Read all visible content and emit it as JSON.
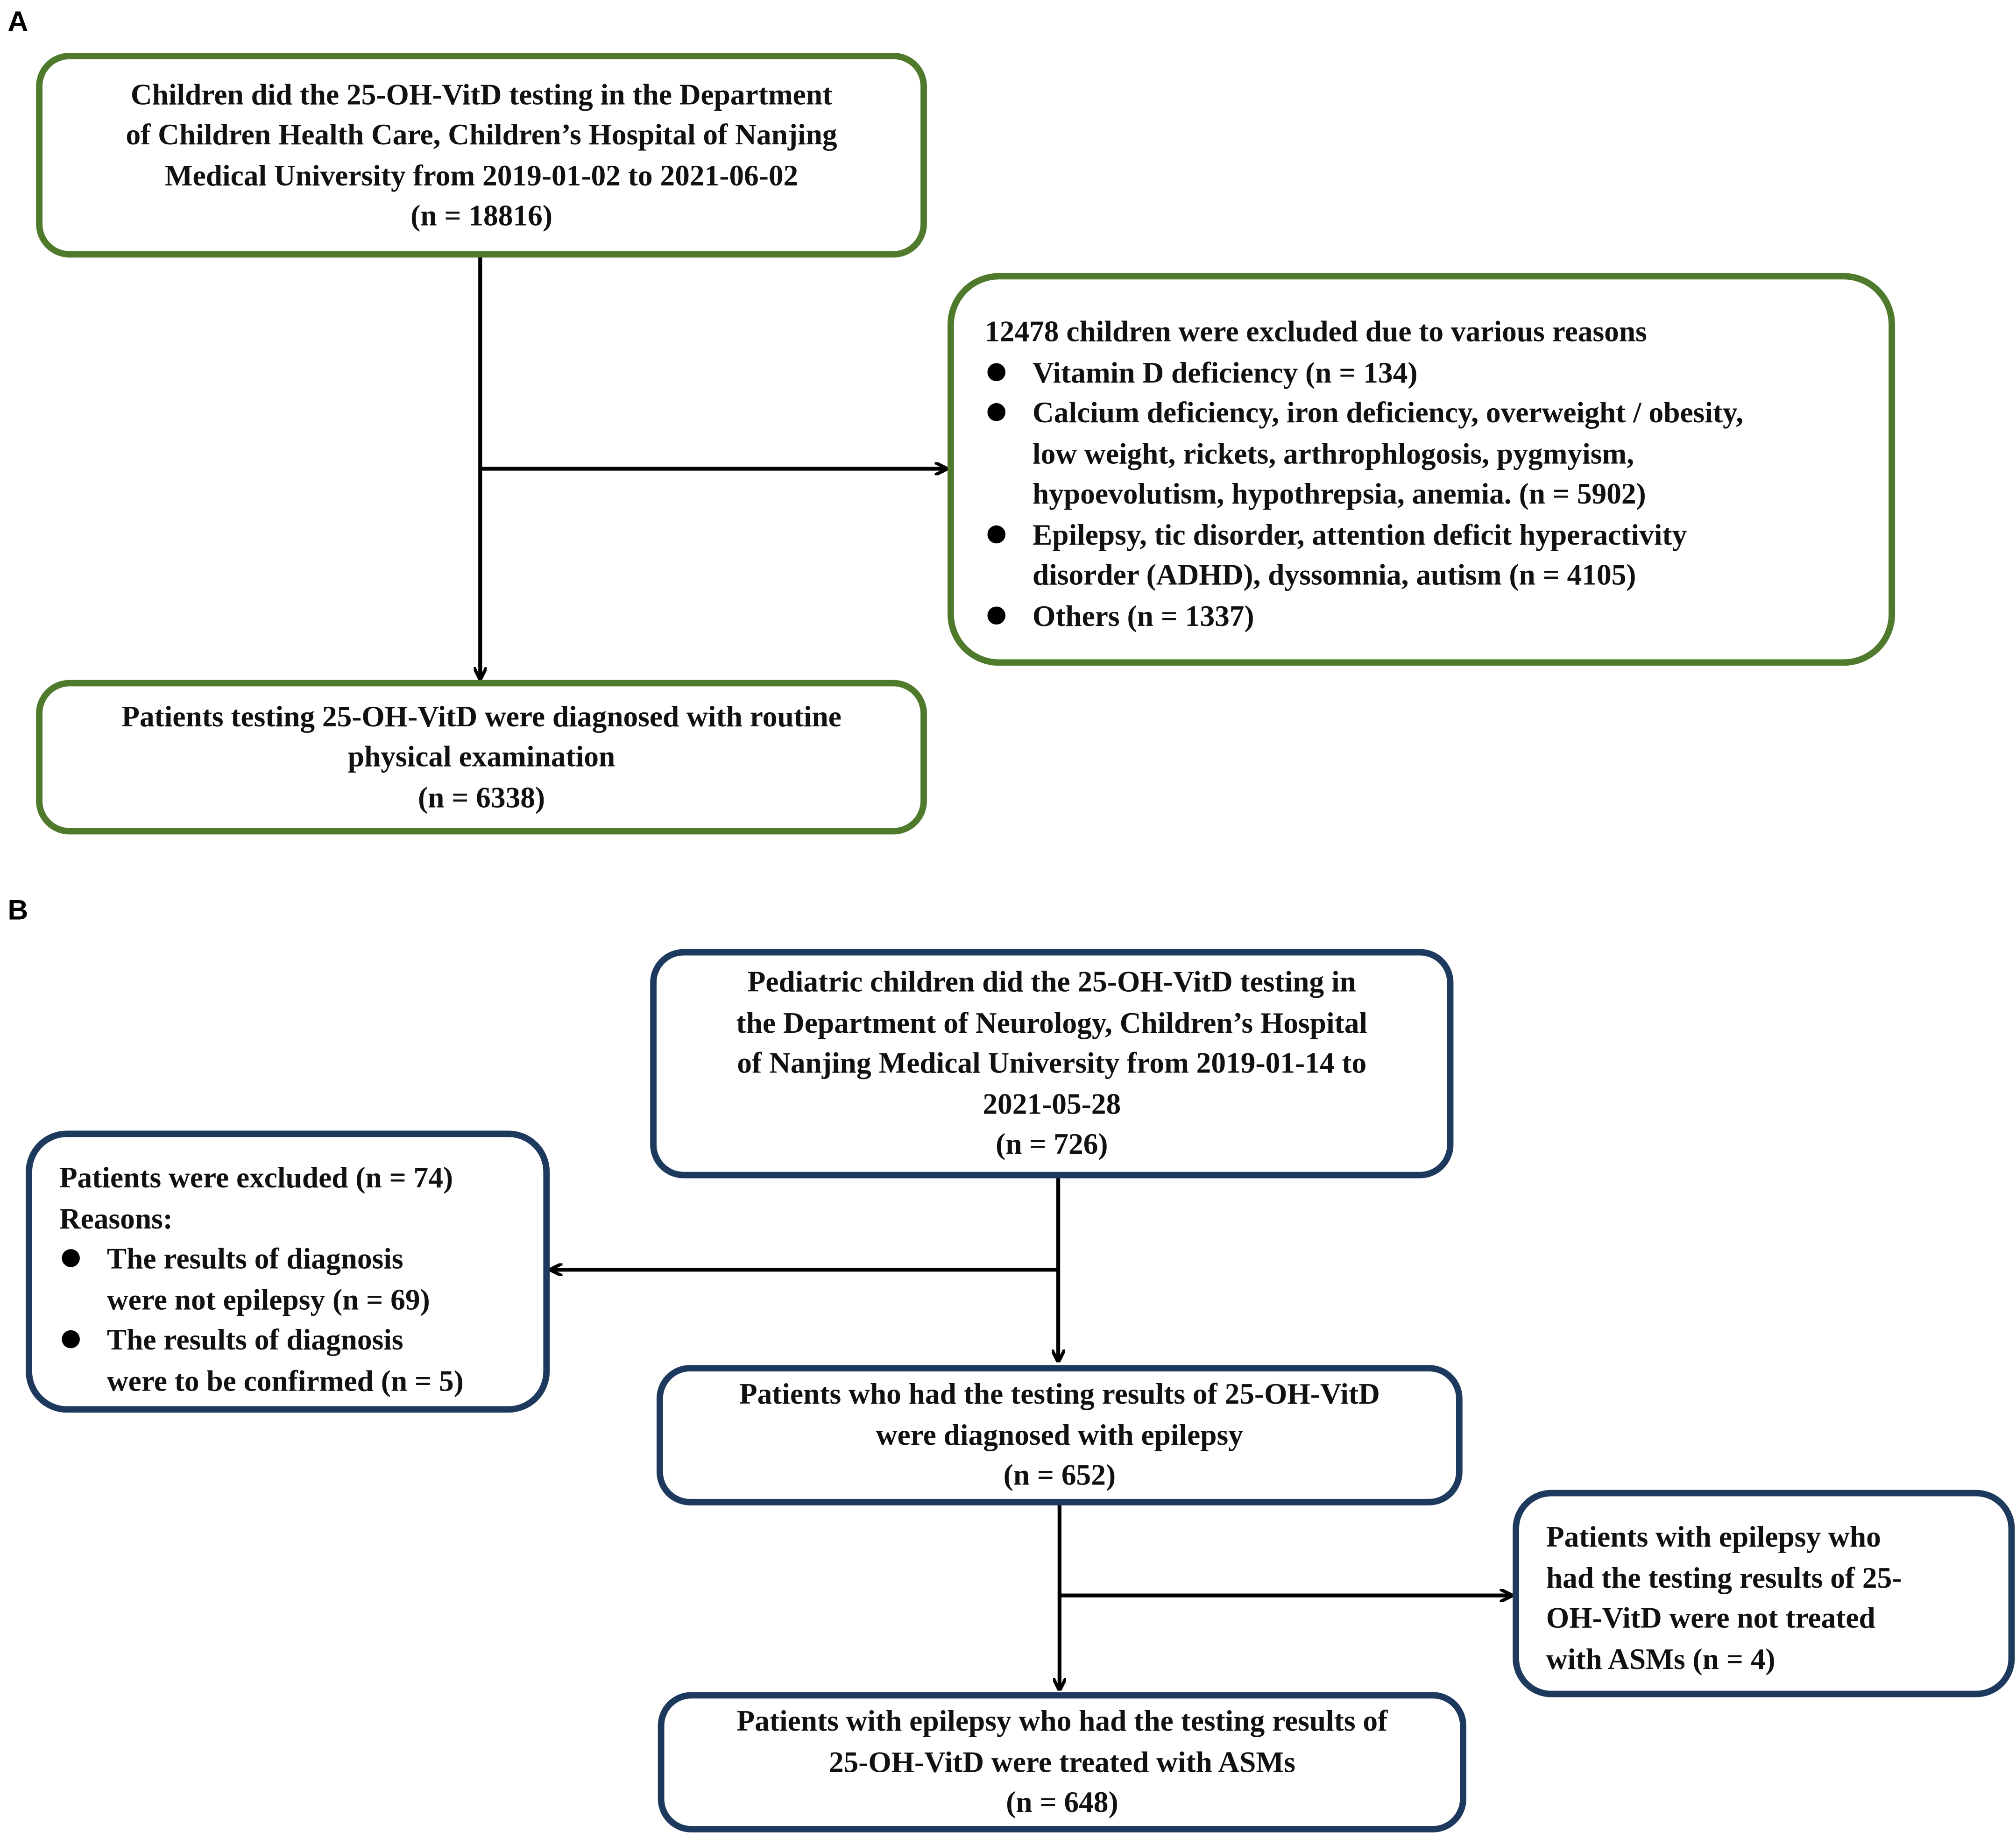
{
  "panel_a": {
    "label": "A",
    "top_box": {
      "lines": [
        "Children did the 25-OH-VitD testing in the Department",
        "of Children Health Care, Children’s Hospital of Nanjing",
        "Medical University from 2019-01-02 to 2021-06-02",
        "(n = 18816)"
      ]
    },
    "exclusion_box": {
      "heading": "12478 children were excluded due to various reasons",
      "bullets": [
        {
          "lines": [
            "Vitamin D deficiency (n = 134)"
          ]
        },
        {
          "lines": [
            "Calcium deficiency, iron deficiency, overweight / obesity,",
            "low weight, rickets, arthrophlogosis, pygmyism,",
            "hypoevolutism, hypothrepsia, anemia. (n = 5902)"
          ]
        },
        {
          "lines": [
            "Epilepsy, tic disorder, attention deficit hyperactivity",
            "disorder (ADHD), dyssomnia, autism (n = 4105)"
          ]
        },
        {
          "lines": [
            "Others (n = 1337)"
          ]
        }
      ]
    },
    "bottom_box": {
      "lines": [
        "Patients testing 25-OH-VitD were diagnosed with routine",
        "physical examination",
        "(n = 6338)"
      ]
    }
  },
  "panel_b": {
    "label": "B",
    "top_box": {
      "lines": [
        "Pediatric children did the 25-OH-VitD testing in",
        "the Department of Neurology, Children’s Hospital",
        "of Nanjing Medical University from 2019-01-14 to",
        "2021-05-28",
        "(n = 726)"
      ]
    },
    "exclusion_box": {
      "heading_lines": [
        "Patients were excluded (n = 74)",
        "Reasons:"
      ],
      "bullets": [
        {
          "lines": [
            "The results of diagnosis",
            "were not epilepsy (n = 69)"
          ]
        },
        {
          "lines": [
            "The results of diagnosis",
            "were to be confirmed (n = 5)"
          ]
        }
      ]
    },
    "middle_box": {
      "lines": [
        "Patients who had the testing results of 25-OH-VitD",
        "were diagnosed with epilepsy",
        "(n = 652)"
      ]
    },
    "untreated_box": {
      "lines": [
        "Patients with epilepsy who",
        "had the testing results of 25-",
        "OH-VitD were not treated",
        "with ASMs (n = 4)"
      ]
    },
    "bottom_box": {
      "lines": [
        "Patients with epilepsy who had the testing results of",
        "25-OH-VitD were treated with ASMs",
        "(n = 648)"
      ]
    }
  },
  "colors": {
    "panel_a_border": "#4f7a2b",
    "panel_b_border": "#1d3a5e",
    "arrow": "#000000"
  }
}
